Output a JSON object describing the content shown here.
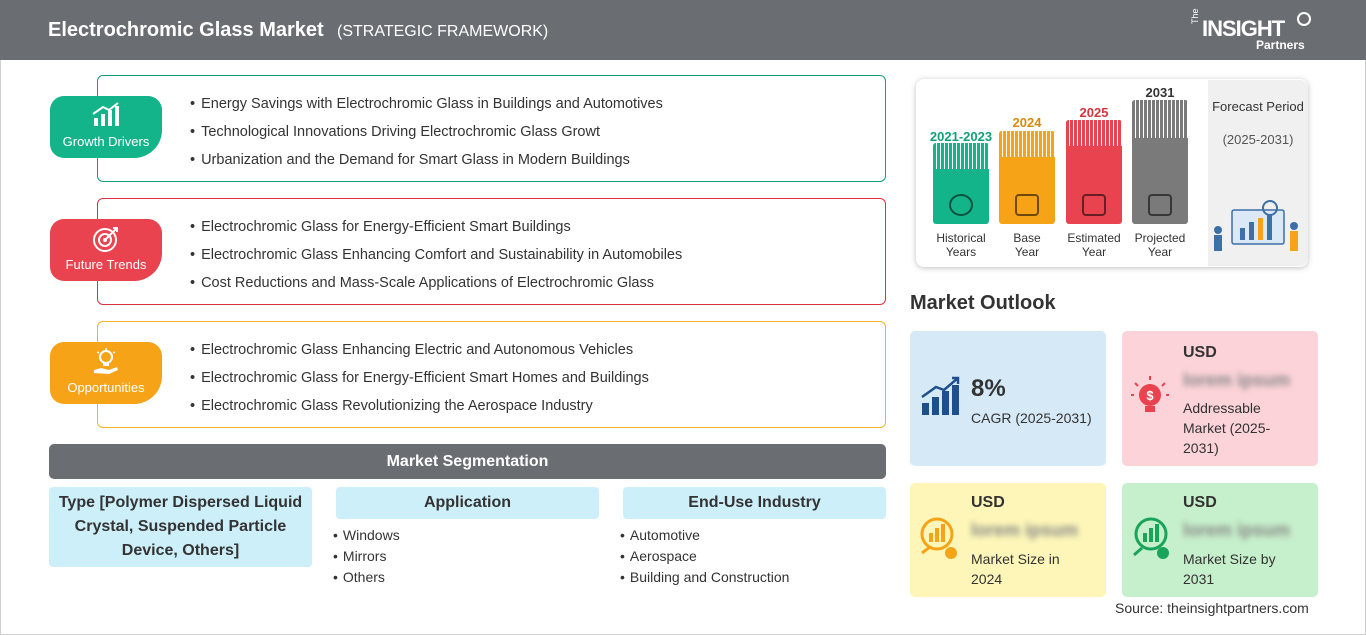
{
  "header": {
    "title": "Electrochromic Glass Market",
    "subtitle": "(STRATEGIC FRAMEWORK)",
    "logo": {
      "the": "The",
      "insight": "INSIGHT",
      "partners": "Partners"
    }
  },
  "framework": [
    {
      "label": "Growth Drivers",
      "color": "#13b48a",
      "border": "#1a9e7a",
      "icon": "growth-chart-icon",
      "items": [
        "Energy Savings with Electrochromic Glass in Buildings and Automotives",
        "Technological Innovations Driving Electrochromic Glass Growt",
        "Urbanization and the Demand for Smart Glass in Modern Buildings"
      ]
    },
    {
      "label": "Future Trends",
      "color": "#e8434f",
      "border": "#d8333f",
      "icon": "target-icon",
      "items": [
        "Electrochromic Glass for Energy-Efficient Smart Buildings",
        "Electrochromic Glass Enhancing Comfort and Sustainability in Automobiles",
        "Cost Reductions and Mass-Scale Applications of Electrochromic Glass"
      ]
    },
    {
      "label": "Opportunities",
      "color": "#f7a318",
      "border": "#f0b42a",
      "icon": "lightbulb-hand-icon",
      "items": [
        "Electrochromic Glass Enhancing Electric and Autonomous Vehicles",
        "Electrochromic Glass for Energy-Efficient Smart Homes and Buildings",
        "Electrochromic Glass Revolutionizing the Aerospace Industry"
      ]
    }
  ],
  "segmentation": {
    "title": "Market Segmentation",
    "columns": [
      {
        "head": "Type [Polymer Dispersed Liquid Crystal, Suspended Particle Device, Others]",
        "items": []
      },
      {
        "head": "Application",
        "items": [
          "Windows",
          "Mirrors",
          "Others"
        ]
      },
      {
        "head": "End-Use Industry",
        "items": [
          "Automotive",
          "Aerospace",
          "Building and Construction"
        ]
      }
    ]
  },
  "timeline": {
    "bars": [
      {
        "year": "2021-2023",
        "label": "Historical Years",
        "color": "#13b48a",
        "icon": "history-icon"
      },
      {
        "year": "2024",
        "label": "Base Year",
        "color": "#f7a318",
        "icon": "calendar-icon"
      },
      {
        "year": "2025",
        "label": "Estimated Year",
        "color": "#e8434f",
        "icon": "gear-chart-icon"
      },
      {
        "year": "2031",
        "label": "Projected Year",
        "color": "#7a7a7a",
        "icon": "presentation-icon"
      }
    ],
    "forecast_title": "Forecast Period",
    "forecast_range": "(2025-2031)"
  },
  "outlook": {
    "title": "Market Outlook",
    "cagr": {
      "value": "8%",
      "label": "CAGR (2025-2031)",
      "bg": "#d5e9f7"
    },
    "addressable": {
      "usd": "USD",
      "value": "lorem ipsum",
      "label": "Addressable Market (2025-2031)",
      "bg": "#fbd3d8"
    },
    "size2024": {
      "usd": "USD",
      "value": "lorem ipsum",
      "label": "Market Size in 2024",
      "bg": "#fdf6b8"
    },
    "size2031": {
      "usd": "USD",
      "value": "lorem ipsum",
      "label": "Market Size by 2031",
      "bg": "#c6efcb"
    }
  },
  "source": "Source: theinsightpartners.com"
}
